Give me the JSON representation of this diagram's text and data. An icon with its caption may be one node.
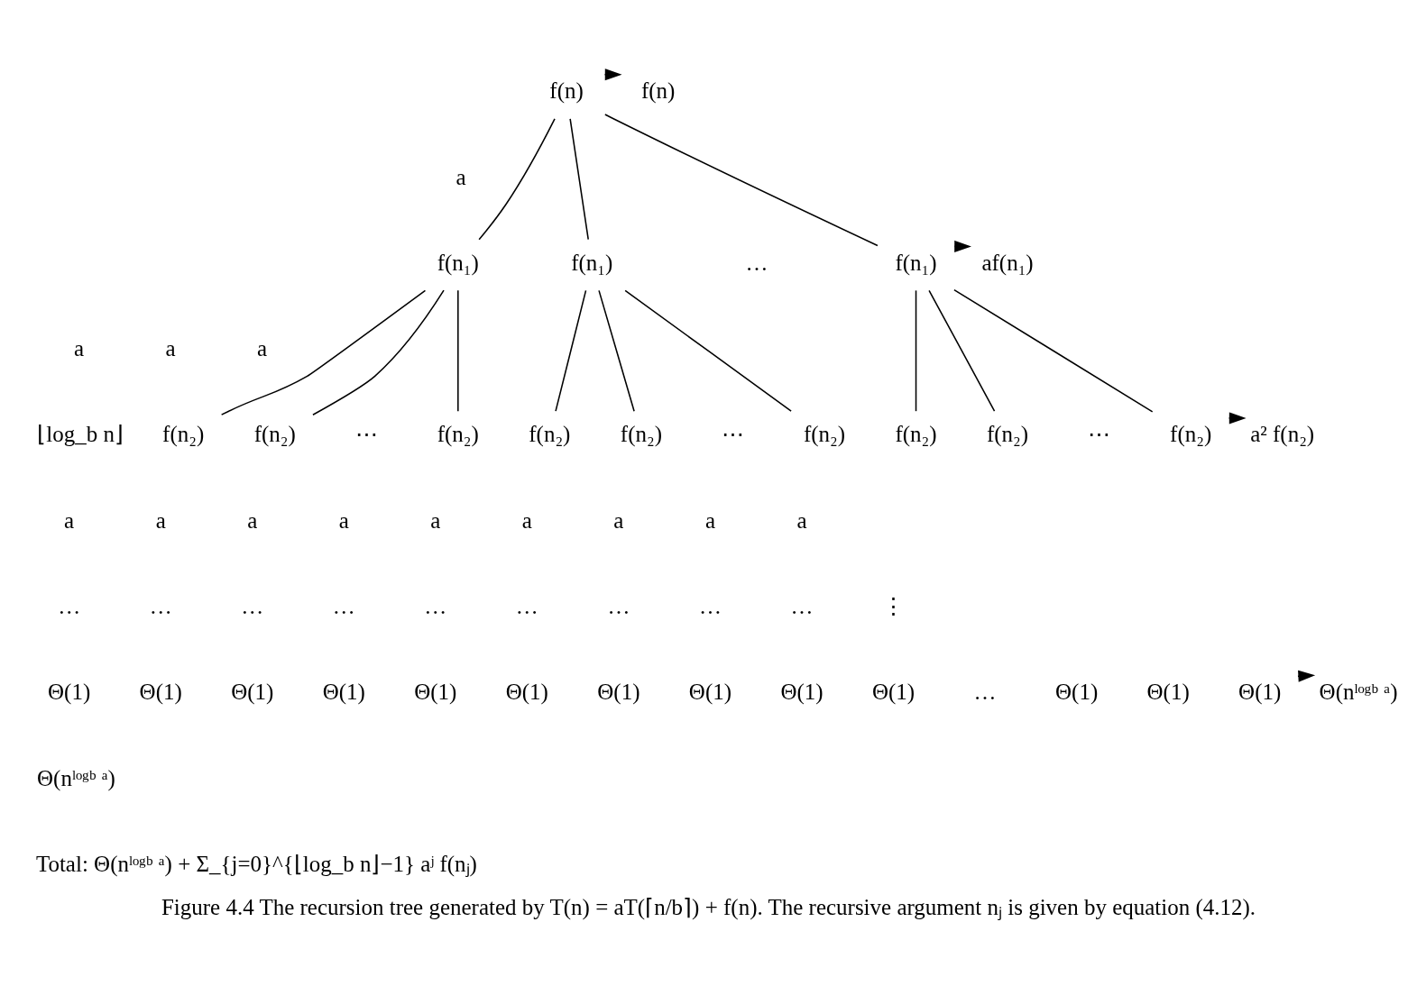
{
  "diagram": {
    "caption": "Figure 4.4 The recursion tree generated by T(n) = aT(⌈n/b⌉) + f(n). The recursive argument nⱼ is given by equation (4.12).",
    "nodes": [
      {
        "text": [
          "f(n)"
        ]
      },
      {
        "text": [
          "f(n)"
        ]
      },
      {
        "text": [
          "f(n₁)"
        ]
      },
      {
        "text": [
          "f(n₁)"
        ]
      },
      {
        "text": [
          "f(n₁)"
        ]
      },
      {
        "text": [
          "af(n₁)"
        ]
      },
      {
        "text": [
          "f(n₂)"
        ]
      },
      {
        "text": [
          "f(n₂)"
        ]
      },
      {
        "text": [
          "f(n₂)"
        ]
      },
      {
        "text": [
          "f(n₂)"
        ]
      },
      {
        "text": [
          "f(n₂)"
        ]
      },
      {
        "text": [
          "f(n₂)"
        ]
      },
      {
        "text": [
          "f(n₂)"
        ]
      },
      {
        "text": [
          "f(n₂)"
        ]
      },
      {
        "text": [
          "f(n₂)"
        ]
      },
      {
        "text": [
          "a² f(n₂)"
        ]
      },
      {
        "text": [
          "Θ(1)"
        ]
      },
      {
        "text": [
          "Θ(1)"
        ]
      },
      {
        "text": [
          "Θ(1)"
        ]
      },
      {
        "text": [
          "Θ(1)"
        ]
      },
      {
        "text": [
          "Θ(1)"
        ]
      },
      {
        "text": [
          "Θ(1)"
        ]
      },
      {
        "text": [
          "Θ(1)"
        ]
      },
      {
        "text": [
          "Θ(1)"
        ]
      },
      {
        "text": [
          "Θ(1)"
        ]
      },
      {
        "text": [
          "Θ(1)"
        ]
      },
      {
        "text": [
          "Θ(1)"
        ]
      },
      {
        "text": [
          "Θ(1)"
        ]
      },
      {
        "text": [
          "Θ(1)"
        ]
      },
      {
        "text": [
          "Θ(nˡᵒᵍᵇ ᵃ)"
        ]
      }
    ],
    "edges": [
      {
        "from": 0,
        "to": 1,
        "arrow": "to",
        "style": "dashed"
      },
      {
        "from": 0,
        "to": 2,
        "arrow": "none"
      },
      {
        "from": 0,
        "to": 3,
        "arrow": "none"
      },
      {
        "from": 0,
        "to": 4,
        "arrow": "none"
      },
      {
        "from": 4,
        "to": 5,
        "arrow": "to",
        "style": "dashed"
      },
      {
        "from": 2,
        "to": 6,
        "arrow": "none"
      },
      {
        "from": 2,
        "to": 7,
        "arrow": "none"
      },
      {
        "from": 2,
        "to": 8,
        "arrow": "none"
      },
      {
        "from": 3,
        "to": 9,
        "arrow": "none"
      },
      {
        "from": 3,
        "to": 10,
        "arrow": "none"
      },
      {
        "from": 3,
        "to": 11,
        "arrow": "none"
      },
      {
        "from": 4,
        "to": 12,
        "arrow": "none"
      },
      {
        "from": 4,
        "to": 13,
        "arrow": "none"
      },
      {
        "from": 4,
        "to": 14,
        "arrow": "none"
      },
      {
        "from": 14,
        "to": 15,
        "arrow": "to",
        "style": "dashed"
      },
      {
        "from": 28,
        "to": 29,
        "arrow": "to",
        "style": "dashed"
      }
    ],
    "labels": [
      "a",
      "⌊log_b n⌋",
      "…",
      "a",
      "a",
      "a",
      "⋯",
      "⋯",
      "⋯",
      "a",
      "a",
      "a",
      "a",
      "a",
      "a",
      "a",
      "a",
      "a",
      "…",
      "…",
      "…",
      "…",
      "…",
      "…",
      "…",
      "…",
      "…",
      "⋮",
      "…",
      "Θ(nˡᵒᵍᵇ ᵃ)",
      "Total: Θ(nˡᵒᵍᵇ ᵃ) + Σ_{j=0}^{⌊log_b n⌋−1} aʲ f(nⱼ)"
    ]
  }
}
